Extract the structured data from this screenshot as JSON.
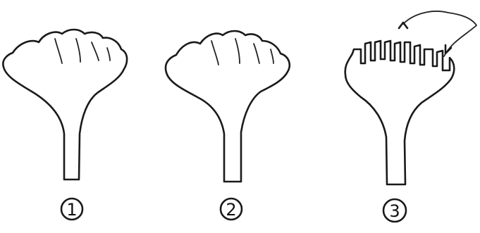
{
  "figures": [
    {
      "number": "1"
    },
    {
      "number": "2"
    },
    {
      "number": "3"
    }
  ],
  "ink_color": "#1a1a1a"
}
